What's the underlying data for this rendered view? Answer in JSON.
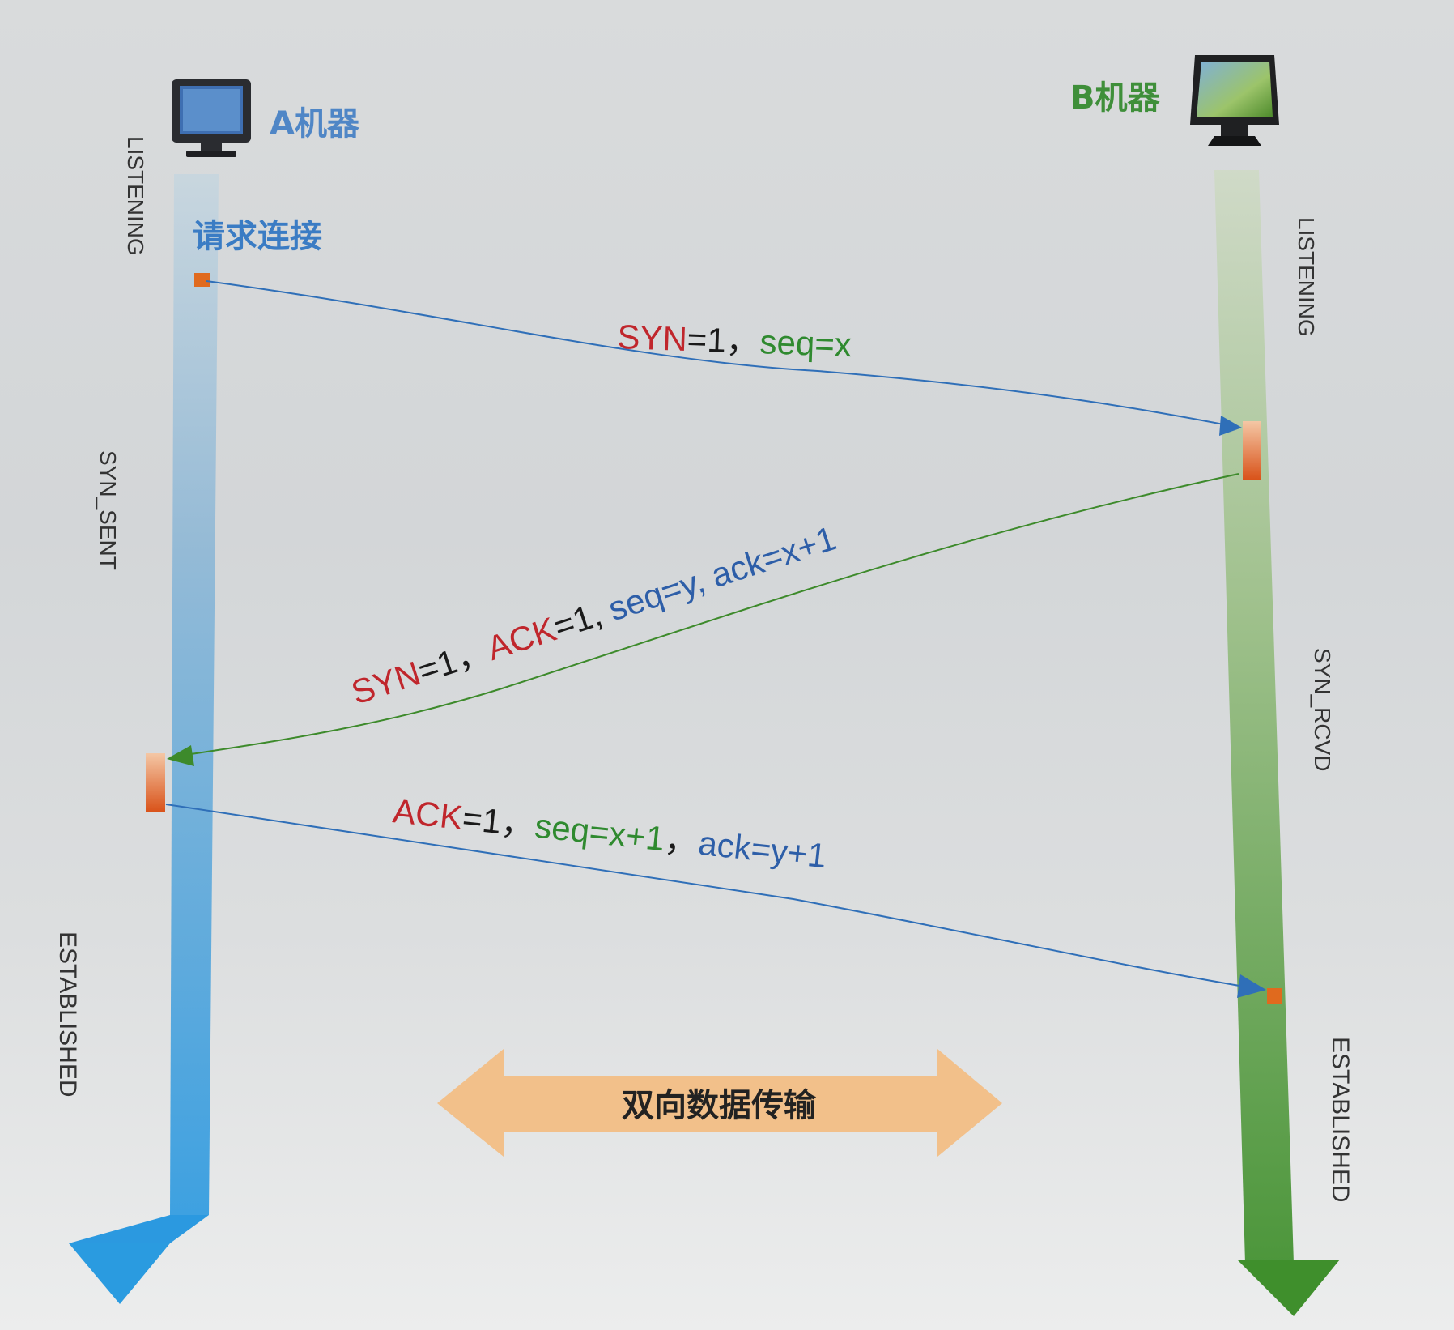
{
  "machines": {
    "a": {
      "label": "A机器",
      "icon": "computer-monitor-icon"
    },
    "b": {
      "label": "B机器",
      "icon": "computer-monitor-icon"
    }
  },
  "request_label": "请求连接",
  "states": {
    "a": [
      "LISTENING",
      "SYN_SENT",
      "ESTABLISHED"
    ],
    "b": [
      "LISTENING",
      "SYN_RCVD",
      "ESTABLISHED"
    ]
  },
  "messages": [
    {
      "from": "A",
      "to": "B",
      "parts": [
        {
          "text": "SYN",
          "color": "#c0262c"
        },
        {
          "text": "=1，",
          "color": "#1a1a1a"
        },
        {
          "text": "seq=x",
          "color": "#2f8a2f"
        }
      ]
    },
    {
      "from": "B",
      "to": "A",
      "parts": [
        {
          "text": "SYN",
          "color": "#c0262c"
        },
        {
          "text": "=1，",
          "color": "#1a1a1a"
        },
        {
          "text": "ACK",
          "color": "#c0262c"
        },
        {
          "text": "=1, ",
          "color": "#1a1a1a"
        },
        {
          "text": "seq=y, ack=x+1",
          "color": "#2d5ea8"
        }
      ]
    },
    {
      "from": "A",
      "to": "B",
      "parts": [
        {
          "text": "ACK",
          "color": "#c0262c"
        },
        {
          "text": "=1，",
          "color": "#1a1a1a"
        },
        {
          "text": "seq=x+1",
          "color": "#2f8a2f"
        },
        {
          "text": "，",
          "color": "#1a1a1a"
        },
        {
          "text": "ack=y+1",
          "color": "#2d5ea8"
        }
      ]
    }
  ],
  "data_transfer_label": "双向数据传输",
  "colors": {
    "a_timeline": "#3a9ad6",
    "b_timeline": "#4f9a3c",
    "marker": "#e06a1e",
    "a_label": "#4f86c6",
    "b_label": "#3f8f3a",
    "double_arrow": "#f2c08a"
  }
}
